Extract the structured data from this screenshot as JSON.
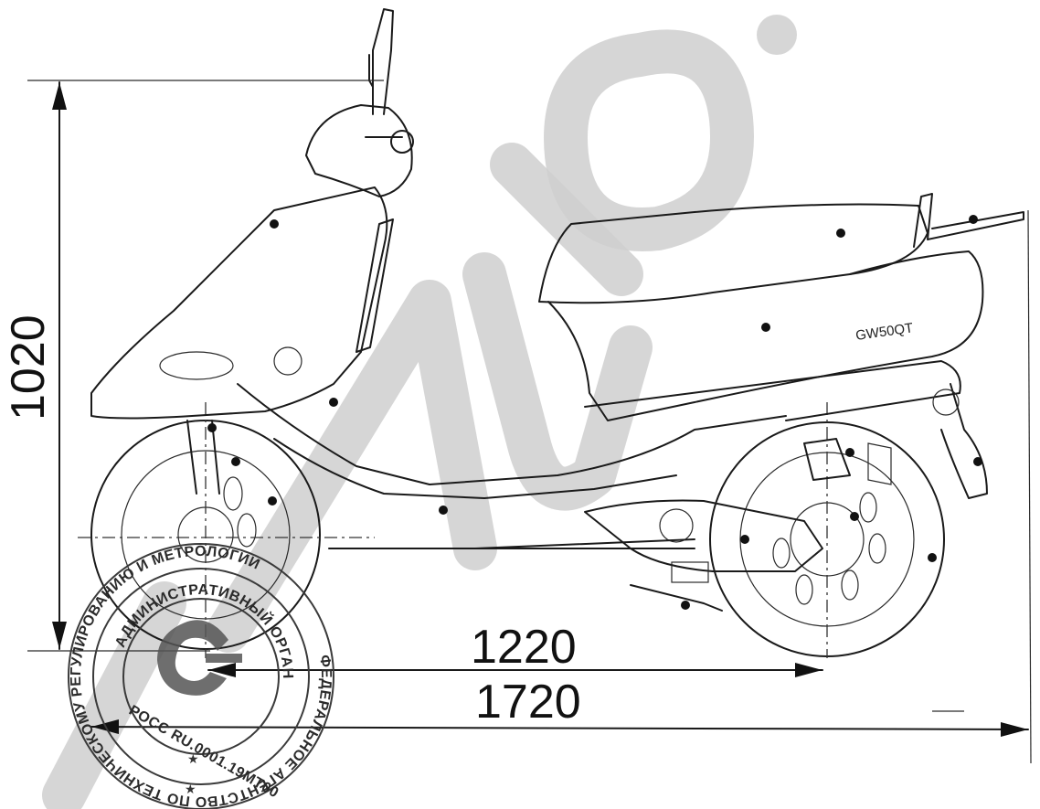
{
  "dimensions": {
    "height": "1020",
    "wheelbase": "1220",
    "length": "1720"
  },
  "model_label": "GW50QT",
  "stamp": {
    "outer_text": "ФЕДЕРАЛЬНОЕ АГЕНТСТВО ПО ТЕХНИЧЕСКОМУ РЕГУЛИРОВАНИЮ И МЕТРОЛОГИИ",
    "inner_text": "АДМИНИСТРАТИВНЫЙ ОРГАН",
    "code": "РОСС RU.0001.19МТ00"
  },
  "watermark": "R-AUTO."
}
